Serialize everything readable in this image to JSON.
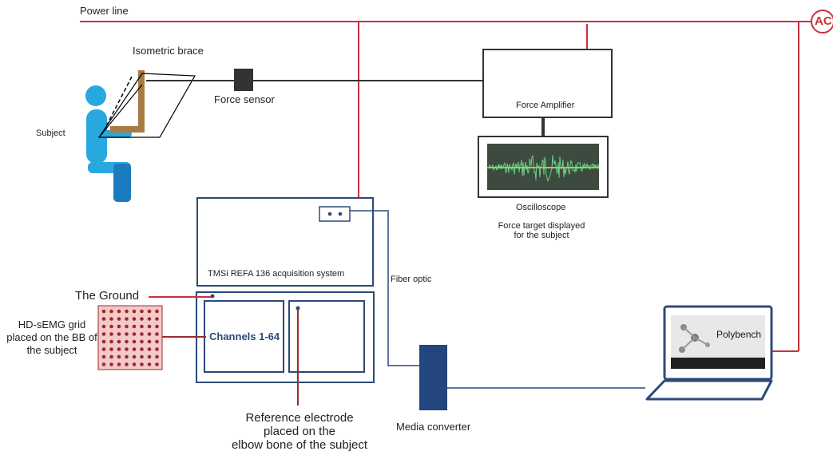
{
  "labels": {
    "power_line": "Power line",
    "ac": "AC",
    "isometric_brace": "Isometric brace",
    "force_sensor": "Force sensor",
    "subject": "Subject",
    "force_amplifier": "Force Amplifier",
    "oscilloscope": "Oscilloscope",
    "force_target": "Force target displayed for the subject",
    "acquisition_system": "TMSi REFA 136 acquisition system",
    "fiber_optic": "Fiber optic",
    "the_ground": "The Ground",
    "hd_semg": "HD-sEMG grid placed on the BB of the subject",
    "channels": "Channels 1-64",
    "reference_electrode_1": "Reference electrode",
    "reference_electrode_2": "placed on the",
    "reference_electrode_3": "elbow bone of the subject",
    "media_converter": "Media converter",
    "polybench": "Polybench"
  },
  "colors": {
    "power_line": "#c8323c",
    "device_outline": "#2b4a78",
    "cable": "#333333",
    "subject_blue": "#29a8e0",
    "subject_dark_blue": "#1a7bbf",
    "brace": "#a87a44",
    "grid_fill": "#f3c9c9",
    "grid_dot": "#9a2b2b",
    "media_converter": "#24467e",
    "fiber": "#2b4a78"
  }
}
